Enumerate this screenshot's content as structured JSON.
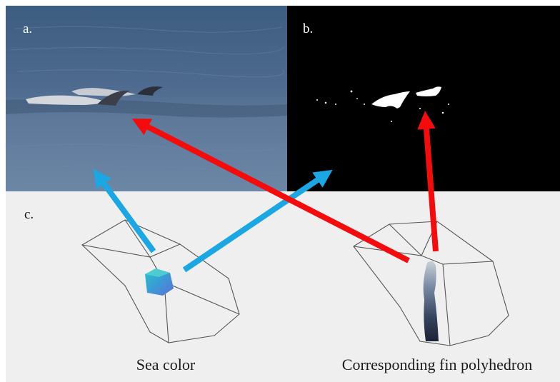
{
  "panels": {
    "a": {
      "label": "a."
    },
    "b": {
      "label": "b."
    },
    "c": {
      "label": "c."
    }
  },
  "captions": {
    "sea": "Sea color",
    "fin": "Corresponding fin polyhedron"
  },
  "colors": {
    "blue_arrow": "#1aa7e4",
    "red_arrow": "#f40b0b",
    "sea_top": "#3e5f84",
    "sea_bottom": "#6f88a6",
    "mask_bg": "#000000",
    "panel_c_bg": "#efefef"
  }
}
